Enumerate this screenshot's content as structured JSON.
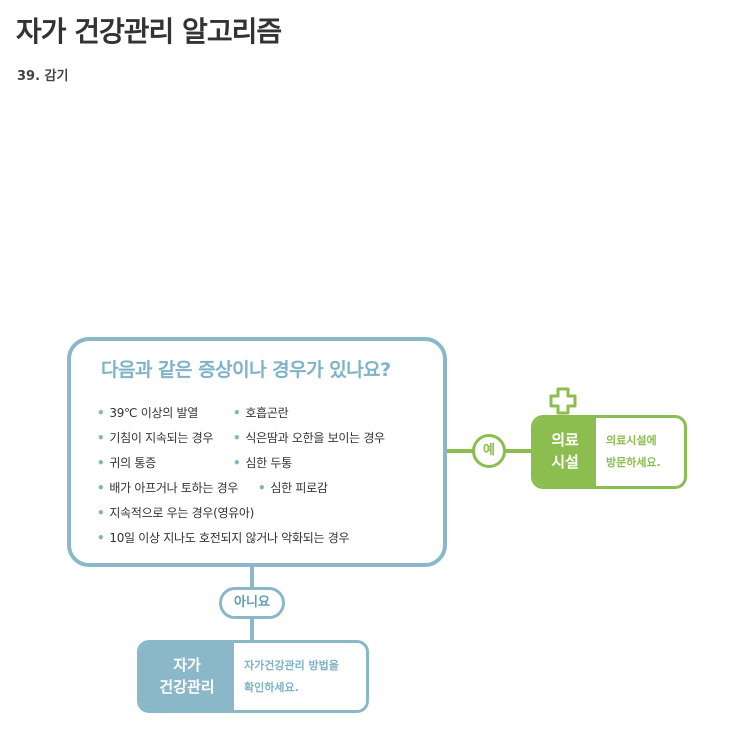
{
  "header": {
    "title": "자가 건강관리 알고리즘",
    "subtitle": "39. 감기"
  },
  "question": {
    "title": "다음과 같은 증상이나 경우가 있나요?",
    "symptoms": [
      "39℃ 이상의 발열",
      "호흡곤란",
      "기침이 지속되는 경우",
      "식은땀과 오한을 보이는 경우",
      "귀의 통증",
      "심한 두통",
      "배가 아프거나 토하는 경우",
      "심한 피로감",
      "지속적으로 우는 경우(영유아)",
      "10일 이상 지나도 호전되지 않거나 악화되는 경우"
    ]
  },
  "yes_branch": {
    "label": "예",
    "result_title_line1": "의료",
    "result_title_line2": "시설",
    "result_desc_line1": "의료시설에",
    "result_desc_line2": "방문하세요."
  },
  "no_branch": {
    "label": "아니요",
    "result_title_line1": "자가",
    "result_title_line2": "건강관리",
    "result_desc_line1": "자가건강관리 방법을",
    "result_desc_line2": "확인하세요."
  },
  "colors": {
    "blue": "#8ab8c8",
    "green": "#8cbd4f",
    "text": "#333333"
  },
  "icons": [
    "medical-cross-icon"
  ]
}
